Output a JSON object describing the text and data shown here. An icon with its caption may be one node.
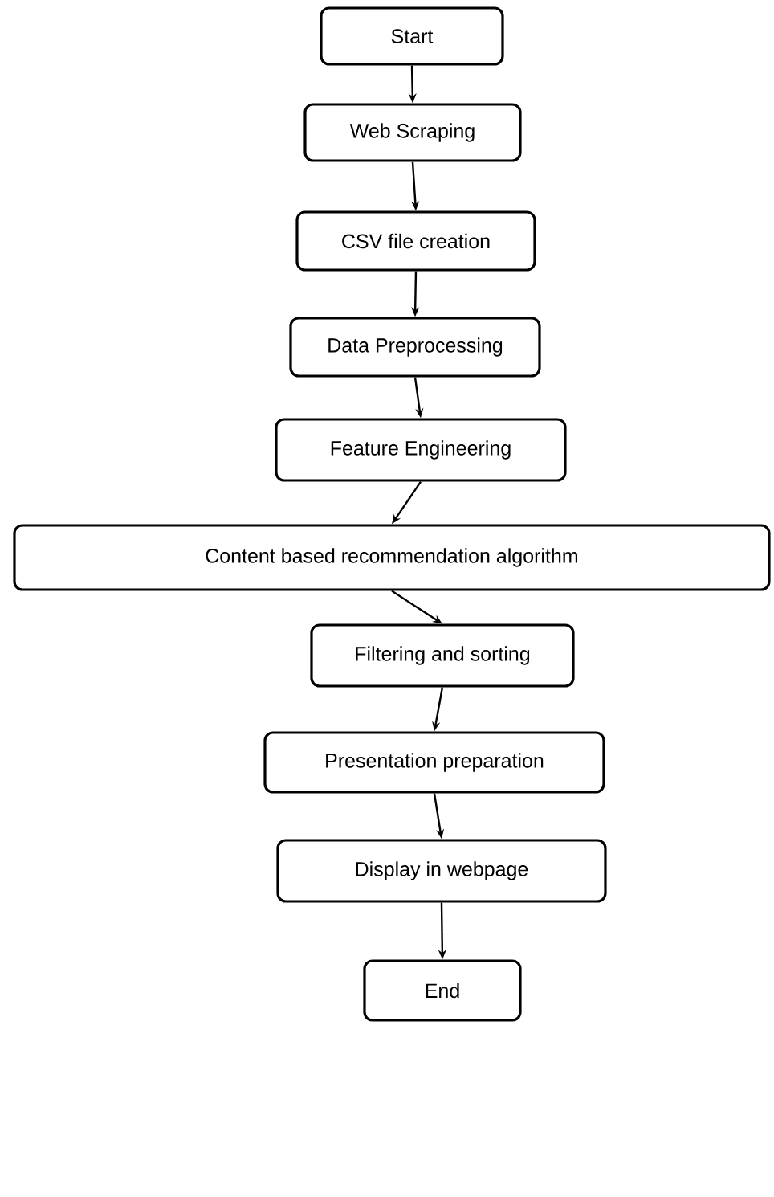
{
  "diagram": {
    "nodes": [
      {
        "text": [
          "Start"
        ]
      },
      {
        "text": [
          "Web Scraping"
        ]
      },
      {
        "text": [
          "CSV file creation"
        ]
      },
      {
        "text": [
          "Data Preprocessing"
        ]
      },
      {
        "text": [
          "Feature Engineering"
        ]
      },
      {
        "text": [
          "Content based recommendation algorithm"
        ]
      },
      {
        "text": [
          "Filtering and sorting"
        ]
      },
      {
        "text": [
          "Presentation preparation"
        ]
      },
      {
        "text": [
          "Display in webpage"
        ]
      },
      {
        "text": [
          "End"
        ]
      }
    ],
    "edges": [
      {
        "from": 0,
        "to": 1,
        "arrow": "to"
      },
      {
        "from": 1,
        "to": 2,
        "arrow": "to"
      },
      {
        "from": 2,
        "to": 3,
        "arrow": "to"
      },
      {
        "from": 3,
        "to": 4,
        "arrow": "to"
      },
      {
        "from": 4,
        "to": 5,
        "arrow": "to"
      },
      {
        "from": 5,
        "to": 6,
        "arrow": "to"
      },
      {
        "from": 6,
        "to": 7,
        "arrow": "to"
      },
      {
        "from": 7,
        "to": 8,
        "arrow": "to"
      },
      {
        "from": 8,
        "to": 9,
        "arrow": "to"
      }
    ]
  }
}
